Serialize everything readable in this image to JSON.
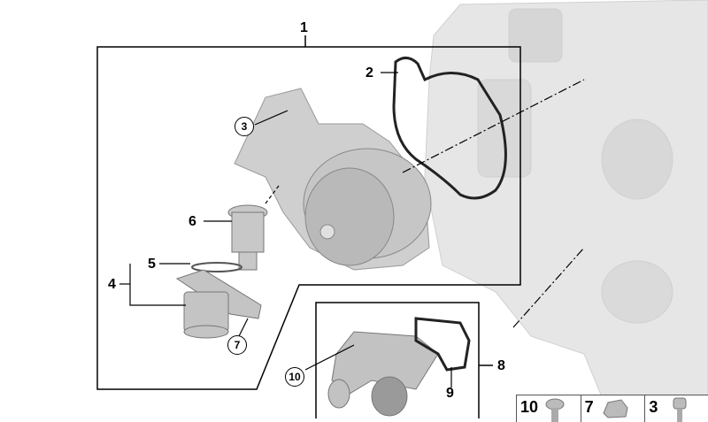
{
  "callouts": {
    "c1": "1",
    "c2": "2",
    "c3": "3",
    "c4": "4",
    "c5": "5",
    "c6": "6",
    "c7": "7",
    "c8": "8",
    "c9": "9",
    "c10": "10"
  },
  "legend": [
    {
      "number": "10",
      "icon": "pan-head-screw-icon"
    },
    {
      "number": "7",
      "icon": "hex-flange-bolt-icon"
    },
    {
      "number": "3",
      "icon": "hex-bolt-icon"
    }
  ],
  "colors": {
    "part": "#c4c4c4",
    "block": "#e4e4e4",
    "line": "#000000"
  }
}
